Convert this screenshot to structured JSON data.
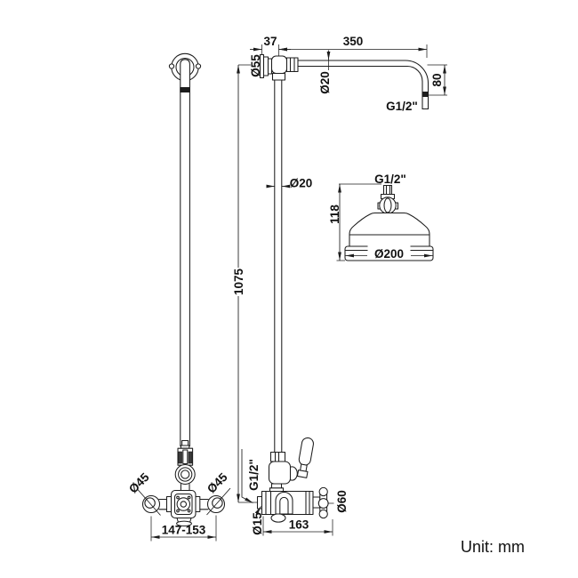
{
  "drawing": {
    "unit_label": "Unit: mm",
    "top_assembly": {
      "wall_offset": "37",
      "arm_length": "350",
      "flange_diameter": "Ø55",
      "arm_pipe_diameter": "Ø20",
      "arm_outlet_thread": "G1/2\"",
      "arm_drop": "80"
    },
    "riser": {
      "pipe_diameter": "Ø20",
      "height": "1075"
    },
    "shower_head": {
      "inlet_thread": "G1/2\"",
      "height": "118",
      "diameter": "Ø200"
    },
    "valve_front": {
      "left_elbow_diameter": "Ø45",
      "right_elbow_diameter": "Ø45",
      "inlet_centres": "147-153"
    },
    "valve_side": {
      "inlet_thread": "G1/2\"",
      "inlet_pipe_diameter": "Ø15",
      "depth": "163",
      "handle_diameter": "Ø60"
    }
  }
}
